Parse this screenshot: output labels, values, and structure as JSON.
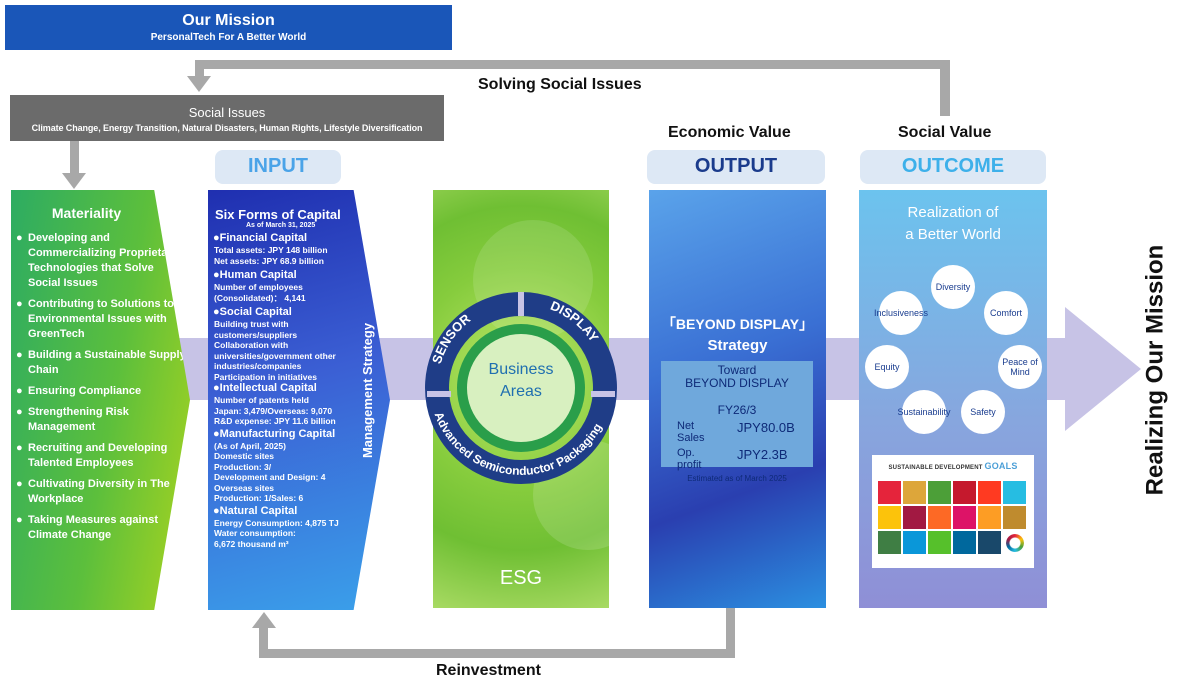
{
  "mission": {
    "title": "Our Mission",
    "subtitle": "PersonalTech For A Better World"
  },
  "social_issues": {
    "title": "Social Issues",
    "items": "Climate Change, Energy Transition, Natural Disasters, Human Rights, Lifestyle Diversification"
  },
  "labels": {
    "solving": "Solving Social Issues",
    "economic_value": "Economic Value",
    "social_value": "Social Value",
    "reinvestment": "Reinvestment",
    "realizing": "Realizing Our Mission"
  },
  "headers": {
    "input": "INPUT",
    "output": "OUTPUT",
    "outcome": "OUTCOME"
  },
  "materiality": {
    "title": "Materiality",
    "items": [
      "Developing and Commercializing Proprietary Technologies that Solve Social Issues",
      "Contributing to Solutions to Environmental Issues with GreenTech",
      "Building a Sustainable Supply Chain",
      "Ensuring Compliance",
      "Strengthening Risk Management",
      "Recruiting and Developing Talented Employees",
      "Cultivating Diversity in The Workplace",
      "Taking Measures against Climate Change"
    ]
  },
  "input": {
    "title": "Six Forms of Capital",
    "as_of": "As of March 31, 2025",
    "vertical_label": "Management Strategy",
    "capitals": [
      {
        "name": "Financial Capital",
        "lines": [
          "Total assets: JPY 148 billion",
          "Net assets: JPY 68.9 billion"
        ]
      },
      {
        "name": "Human Capital",
        "lines": [
          "Number of employees",
          "(Consolidated)： 4,141"
        ]
      },
      {
        "name": "Social Capital",
        "lines": [
          "Building trust with",
          "customers/suppliers",
          "Collaboration with",
          "universities/government other",
          "industries/companies",
          "Participation in initiatives"
        ]
      },
      {
        "name": "Intellectual Capital",
        "lines": [
          "Number of patents held",
          "Japan: 3,479/Overseas: 9,070",
          "R&D expense: JPY 11.6 billion"
        ]
      },
      {
        "name": "Manufacturing Capital",
        "lines": [
          "(As of April, 2025)",
          "Domestic sites",
          "Production: 3/",
          "Development and Design: 4",
          "Overseas sites",
          "Production: 1/Sales: 6"
        ]
      },
      {
        "name": "Natural Capital",
        "lines": [
          "Energy Consumption: 4,875 TJ",
          "Water consumption:",
          "6,672 thousand m³"
        ]
      }
    ]
  },
  "business": {
    "center": [
      "Business",
      "Areas"
    ],
    "sensor": "SENSOR",
    "display": "DISPLAY",
    "packaging": "Advanced Semiconductor Packaging",
    "esg": "ESG"
  },
  "output": {
    "strategy_line1": "「BEYOND DISPLAY」",
    "strategy_line2": "Strategy",
    "toward": "Toward",
    "beyond": "BEYOND DISPLAY",
    "fy": "FY26/3",
    "net_sales_label": "Net Sales",
    "net_sales_value": "JPY80.0B",
    "op_profit_label": "Op. profit",
    "op_profit_value": "JPY2.3B",
    "estimated": "Estimated as of March 2025"
  },
  "outcome": {
    "title_line1": "Realization of",
    "title_line2": "a Better World",
    "values": [
      "Diversity",
      "Comfort",
      "Peace of Mind",
      "Safety",
      "Sustainability",
      "Equity",
      "Inclusiveness"
    ],
    "sdg_header": "SUSTAINABLE DEVELOPMENT",
    "sdg_goals": "GOALS"
  },
  "colors": {
    "mission_blue": "#1a56b8",
    "social_gray": "#6b6b6b",
    "band_lavender": "#c7c3e6",
    "output_navy": "#1a3b8c"
  }
}
